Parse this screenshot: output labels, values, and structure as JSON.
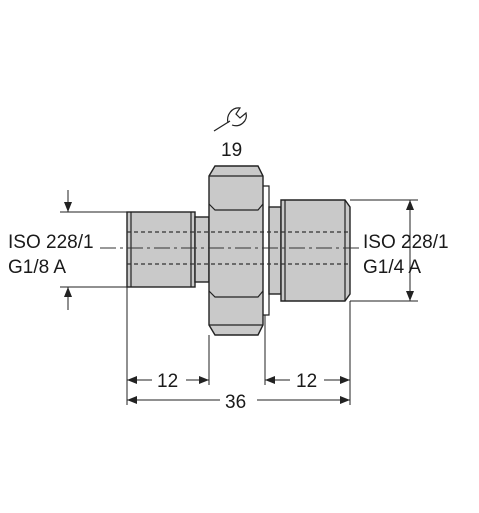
{
  "wrench": {
    "size": "19",
    "icon": "wrench-icon"
  },
  "left_thread": {
    "standard": "ISO 228/1",
    "size": "G1/8 A"
  },
  "right_thread": {
    "standard": "ISO 228/1",
    "size": "G1/4 A"
  },
  "dimensions": {
    "left_length": "12",
    "right_length": "12",
    "total_length": "36"
  }
}
